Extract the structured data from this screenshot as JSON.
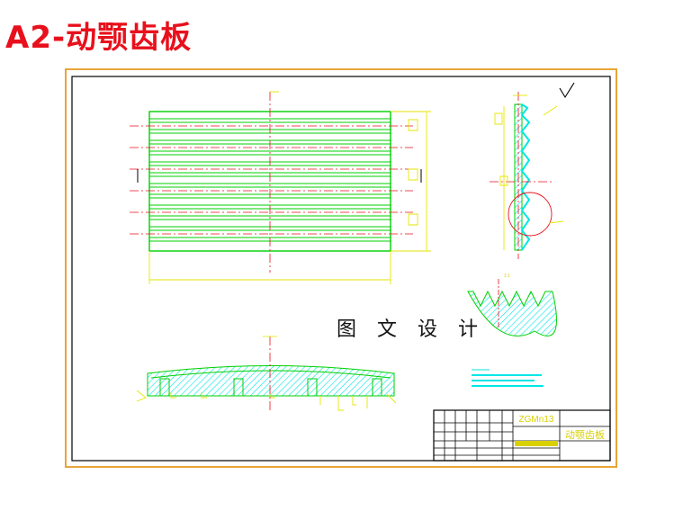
{
  "page": {
    "title": "A2-动颚齿板",
    "watermark": "图 文 设 计"
  },
  "drawing": {
    "title_block": {
      "material": "ZGMn13",
      "part_name": "动颚齿板"
    },
    "colors": {
      "frame": "#e8a53a",
      "outline": "#00d000",
      "dimension": "#e6e600",
      "centerline": "#e8101c",
      "hatch": "#00e6e6",
      "border": "#000000"
    }
  }
}
